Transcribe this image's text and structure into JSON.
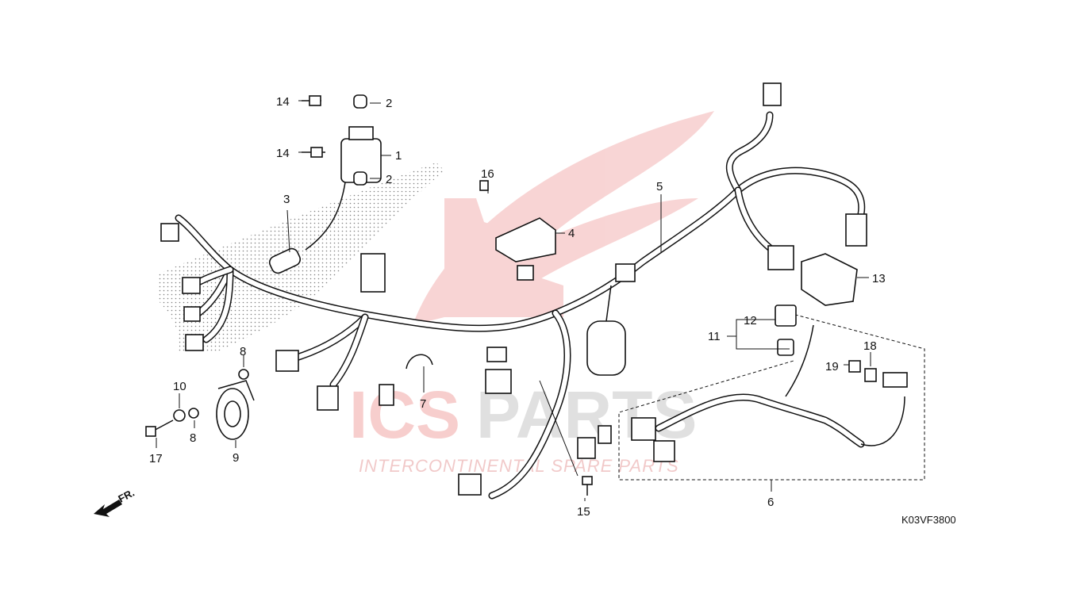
{
  "watermark": {
    "brand_prefix": "ICS",
    "brand_suffix": "PARTS",
    "tagline": "INTERCONTINENTAL SPARE PARTS",
    "colors": {
      "red": "#e0413e",
      "grey": "#cfcfcf"
    }
  },
  "diagram_code": "K03VF3800",
  "direction_label": "FR.",
  "callouts": [
    {
      "id": "1",
      "label": "1"
    },
    {
      "id": "2a",
      "label": "2"
    },
    {
      "id": "2b",
      "label": "2"
    },
    {
      "id": "3",
      "label": "3"
    },
    {
      "id": "4",
      "label": "4"
    },
    {
      "id": "5",
      "label": "5"
    },
    {
      "id": "6",
      "label": "6"
    },
    {
      "id": "7",
      "label": "7"
    },
    {
      "id": "8a",
      "label": "8"
    },
    {
      "id": "8b",
      "label": "8"
    },
    {
      "id": "9",
      "label": "9"
    },
    {
      "id": "10",
      "label": "10"
    },
    {
      "id": "11",
      "label": "11"
    },
    {
      "id": "12",
      "label": "12"
    },
    {
      "id": "13",
      "label": "13"
    },
    {
      "id": "14a",
      "label": "14"
    },
    {
      "id": "14b",
      "label": "14"
    },
    {
      "id": "15",
      "label": "15"
    },
    {
      "id": "16",
      "label": "16"
    },
    {
      "id": "17",
      "label": "17"
    },
    {
      "id": "18",
      "label": "18"
    },
    {
      "id": "19",
      "label": "19"
    }
  ]
}
